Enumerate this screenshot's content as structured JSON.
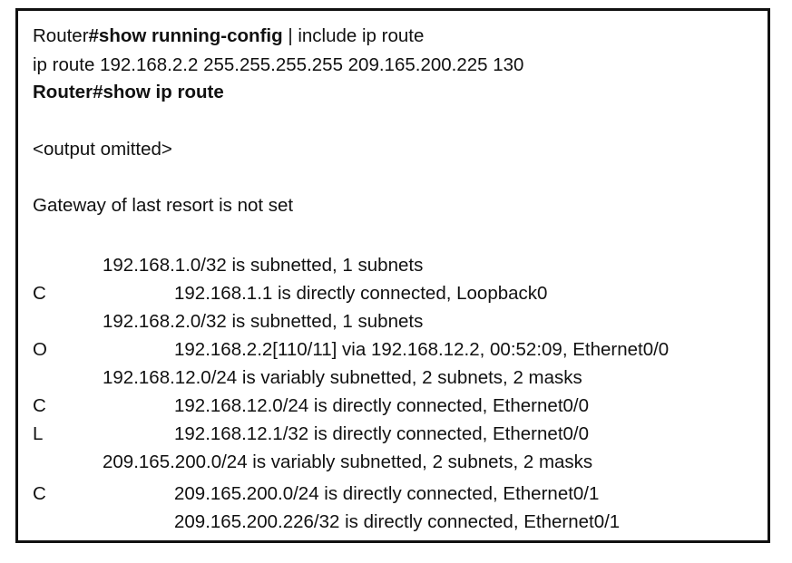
{
  "cmd1": {
    "prompt": "Router",
    "command": "#show running-config",
    "filter": " | include ip route"
  },
  "config_line": "ip route 192.168.2.2 255.255.255.255 209.165.200.225 130",
  "cmd2": {
    "prompt": "Router",
    "command": "#show ip route"
  },
  "omitted": "<output omitted>",
  "gateway": "Gateway of last resort is not set",
  "routes": [
    {
      "code": "",
      "text": "192.168.1.0/32 is subnetted, 1 subnets"
    },
    {
      "code": "C",
      "text": "192.168.1.1 is directly connected, Loopback0"
    },
    {
      "code": "",
      "text": "192.168.2.0/32 is subnetted, 1 subnets"
    },
    {
      "code": "O",
      "text": "192.168.2.2[110/11] via 192.168.12.2, 00:52:09, Ethernet0/0"
    },
    {
      "code": "",
      "text": "192.168.12.0/24 is variably subnetted, 2 subnets, 2 masks"
    },
    {
      "code": "C",
      "text": "192.168.12.0/24 is directly connected, Ethernet0/0"
    },
    {
      "code": "L",
      "text": "192.168.12.1/32 is directly connected, Ethernet0/0"
    },
    {
      "code": "",
      "text": "209.165.200.0/24 is variably subnetted, 2 subnets, 2 masks"
    },
    {
      "code": "C",
      "text": "209.165.200.0/24 is directly connected, Ethernet0/1"
    },
    {
      "code": "",
      "text": "209.165.200.226/32 is directly connected, Ethernet0/1"
    }
  ]
}
